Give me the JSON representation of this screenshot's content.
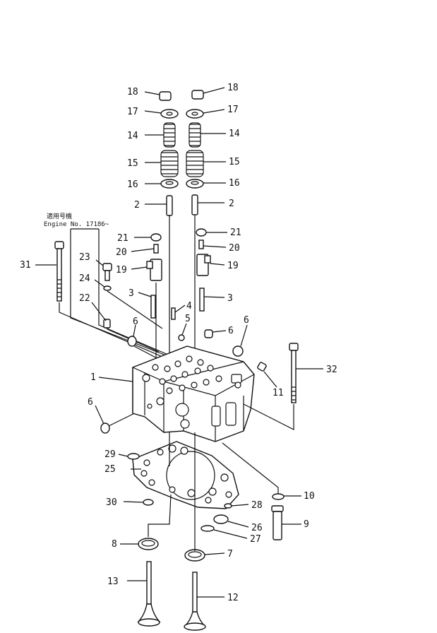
{
  "note": {
    "line1": "適用号機",
    "line2": "Engine No. 17186~"
  },
  "labels": {
    "l1": "1",
    "l2a": "2",
    "l2b": "2",
    "l3a": "3",
    "l3b": "3",
    "l4": "4",
    "l5": "5",
    "l6a": "6",
    "l6b": "6",
    "l6c": "6",
    "l6d": "6",
    "l7": "7",
    "l8": "8",
    "l9": "9",
    "l10": "10",
    "l11": "11",
    "l12": "12",
    "l13": "13",
    "l14a": "14",
    "l14b": "14",
    "l15a": "15",
    "l15b": "15",
    "l16a": "16",
    "l16b": "16",
    "l17a": "17",
    "l17b": "17",
    "l18a": "18",
    "l18b": "18",
    "l19a": "19",
    "l19b": "19",
    "l20a": "20",
    "l20b": "20",
    "l21a": "21",
    "l21b": "21",
    "l22": "22",
    "l23": "23",
    "l24": "24",
    "l25": "25",
    "l26": "26",
    "l27": "27",
    "l28": "28",
    "l29": "29",
    "l30": "30",
    "l31": "31",
    "l32": "32"
  }
}
